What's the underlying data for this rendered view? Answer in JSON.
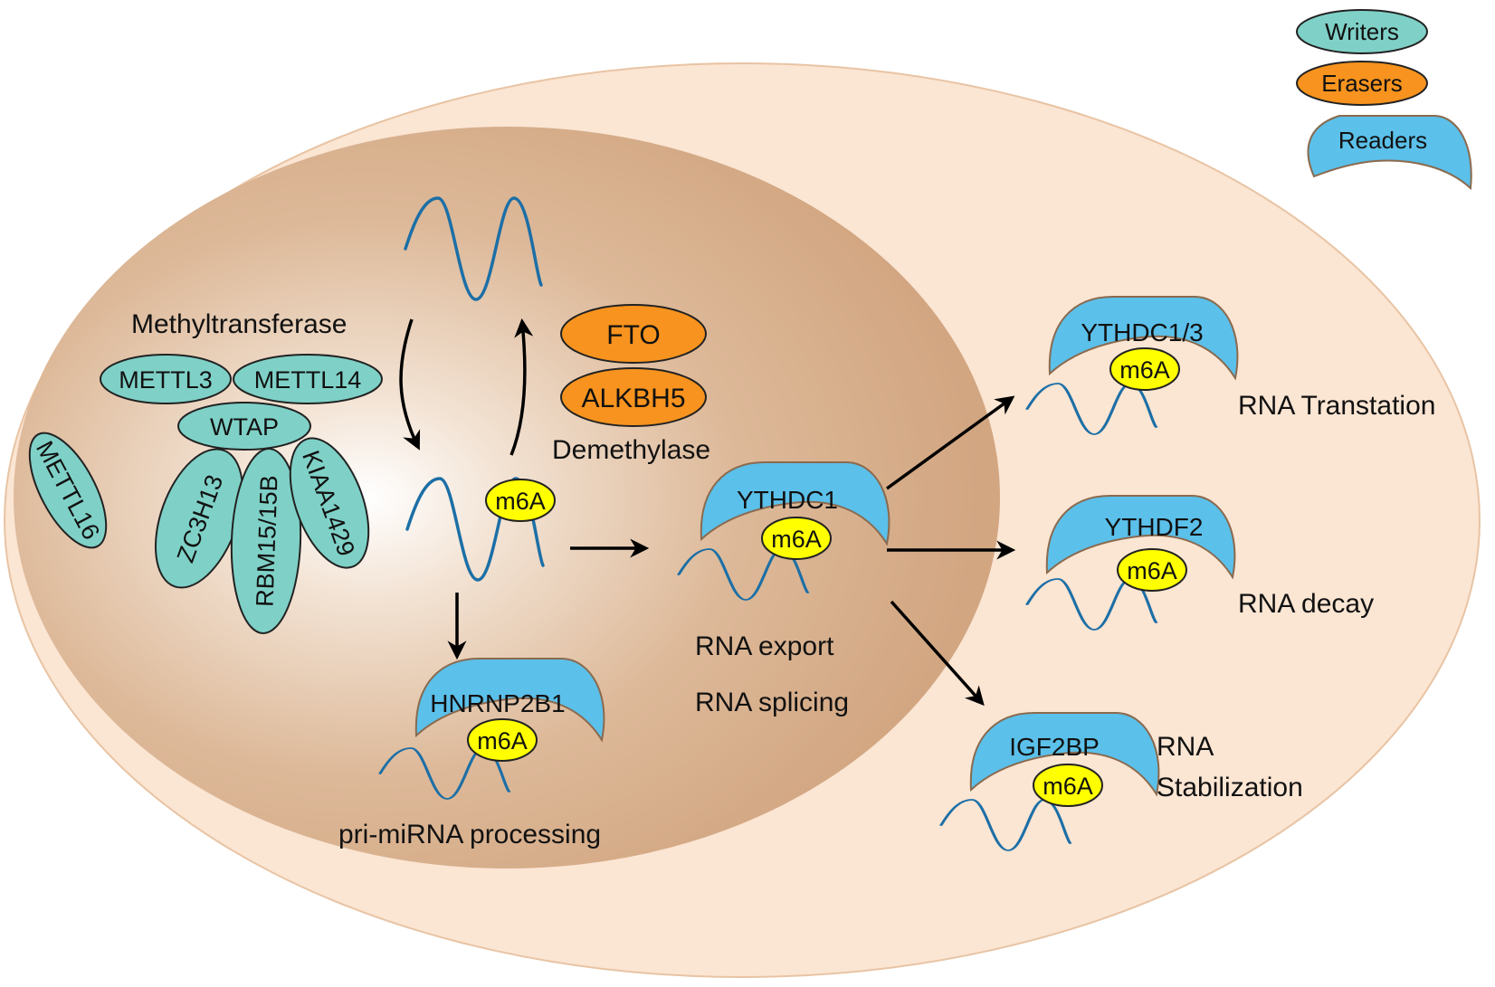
{
  "legend": {
    "writers": "Writers",
    "erasers": "Erasers",
    "readers": "Readers"
  },
  "colors": {
    "writer": "#7fd1c7",
    "eraser": "#f7931e",
    "reader": "#5bc0ea",
    "m6a": "#ffff00",
    "cytoplasm": "#fbe5d3",
    "nucleus": "#d8ae8c",
    "rna": "#1c6fa6"
  },
  "writers": {
    "label": "Methyltransferase",
    "mettl3": "METTL3",
    "mettl14": "METTL14",
    "wtap": "WTAP",
    "zc3h13": "ZC3H13",
    "rbm15": "RBM15/15B",
    "kiaa1429": "KIAA1429",
    "mettl16": "METTL16"
  },
  "erasers": {
    "fto": "FTO",
    "alkbh5": "ALKBH5",
    "label": "Demethylase"
  },
  "m6a_label": "m6A",
  "readers": {
    "hnrnp2b1": "HNRNP2B1",
    "ythdc1": "YTHDC1",
    "ythdc13": "YTHDC1/3",
    "ythdf2": "YTHDF2",
    "igf2bp": "IGF2BP"
  },
  "functions": {
    "primirna": "pri-miRNA processing",
    "export": "RNA export",
    "splicing": "RNA splicing",
    "translation": "RNA Transtation",
    "decay": "RNA decay",
    "stab_line1": "RNA",
    "stab_line2": "Stabilization"
  }
}
